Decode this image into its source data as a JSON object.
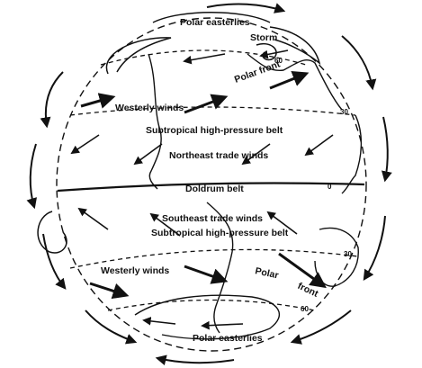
{
  "labels": {
    "polar_easterlies_north": "Polar easterlies",
    "storm": "Storm",
    "lat_60_north": "60",
    "polar_front_north": "Polar front",
    "westerly_winds_north": "Westerly winds",
    "lat_30_north": "30",
    "subtropical_high_north": "Subtropical high-pressure belt",
    "northeast_trade_winds": "Northeast trade winds",
    "doldrum_belt": "Doldrum belt",
    "lat_0": "0",
    "southeast_trade_winds": "Southeast trade winds",
    "subtropical_high_south": "Subtropical high-pressure belt",
    "lat_30_south": "30",
    "westerly_winds_south": "Westerly winds",
    "polar_south": "Polar",
    "front_south": "front",
    "lat_60_south": "60",
    "polar_easterlies_south": "Polar easterlies"
  }
}
